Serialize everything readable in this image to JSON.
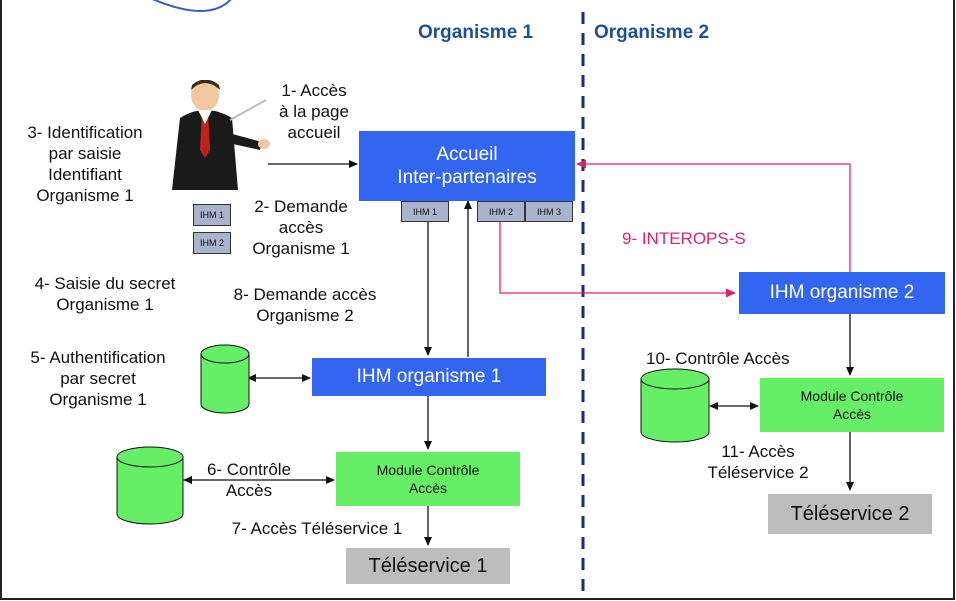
{
  "colors": {
    "blue_box": "#3366f0",
    "green_box": "#66ee66",
    "grey_box": "#bdbdbd",
    "interop_line": "#e0246a",
    "divider": "#1e2b7a",
    "org_title": "#1f4e9a"
  },
  "headers": {
    "org1": "Organisme 1",
    "org2": "Organisme 2"
  },
  "steps": {
    "s1": [
      "1- Accès",
      "à la page",
      "accueil"
    ],
    "s2": [
      "2- Demande",
      "accès",
      "Organisme 1"
    ],
    "s3": [
      "3- Identification",
      "par saisie",
      "Identifiant",
      "Organisme 1"
    ],
    "s4": [
      "4- Saisie du secret",
      "Organisme 1"
    ],
    "s5": [
      "5- Authentification",
      "par secret",
      "Organisme 1"
    ],
    "s6": [
      "6- Contrôle",
      "Accès"
    ],
    "s7": "7- Accès Téléservice 1",
    "s8": [
      "8- Demande accès",
      "Organisme 2"
    ],
    "s9": "9- INTEROPS-S",
    "s10": "10- Contrôle Accès",
    "s11": [
      "11- Accès",
      "Téléservice 2"
    ]
  },
  "boxes": {
    "accueil": [
      "Accueil",
      "Inter-partenaires"
    ],
    "ihm_org1": "IHM organisme 1",
    "ihm_org2": "IHM organisme 2",
    "module1": [
      "Module Contrôle",
      "Accès"
    ],
    "module2": [
      "Module Contrôle",
      "Accès"
    ],
    "teleservice1": "Téléservice 1",
    "teleservice2": "Téléservice 2"
  },
  "ihm_tabs": {
    "user_ihm1": "IHM 1",
    "user_ihm2": "IHM 2",
    "acc_ihm1": "IHM 1",
    "acc_ihm2": "IHM 2",
    "acc_ihm3": "IHM 3"
  },
  "icons": {
    "user": "person-at-computer-icon",
    "database": "database-cylinder-icon"
  }
}
